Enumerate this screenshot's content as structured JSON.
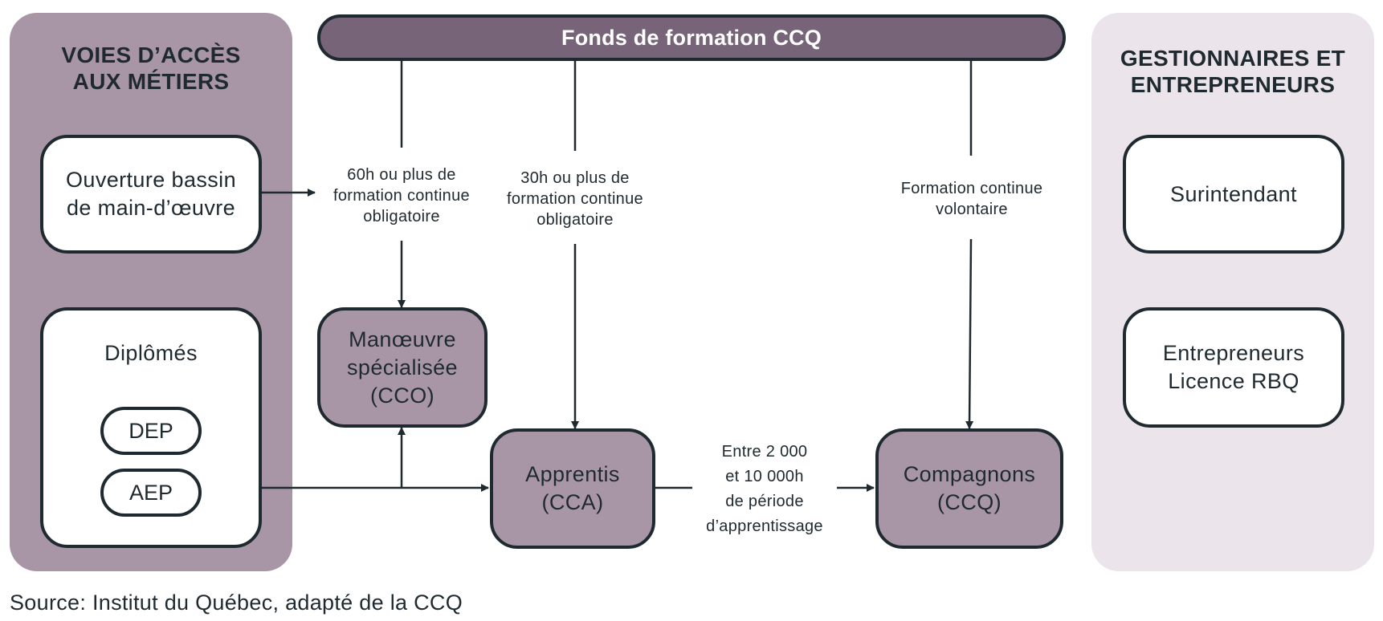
{
  "top_bar": {
    "label": "Fonds de formation CCQ"
  },
  "left_panel": {
    "title": "VOIES D’ACCÈS\nAUX MÉTIERS",
    "box_pool": "Ouverture bassin\nde main-d’œuvre",
    "box_graduates": "Diplômés",
    "pill_dep": "DEP",
    "pill_aep": "AEP"
  },
  "right_panel": {
    "title": "GESTIONNAIRES ET\nENTREPRENEURS",
    "box_superintendent": "Surintendant",
    "box_entrepreneurs": "Entrepreneurs\nLicence RBQ"
  },
  "nodes": {
    "manoeuvre": "Manœuvre\nspécialisée\n(CCO)",
    "apprentis": "Apprentis\n(CCA)",
    "compagnons": "Compagnons\n(CCQ)"
  },
  "edge_labels": {
    "training_60h": "60h ou plus de\nformation continue\nobligatoire",
    "training_30h": "30h ou plus de\nformation continue\nobligatoire",
    "training_voluntary": "Formation continue\nvolontaire",
    "apprenticeship_period": "Entre 2 000\net 10 000h\nde période\nd’apprentissage"
  },
  "source": "Source: Institut du Québec, adapté de la CCQ",
  "colors": {
    "panel_dark": "#a896a7",
    "panel_light": "#ebe5eb",
    "bar": "#776478",
    "outline": "#1f2a30"
  }
}
